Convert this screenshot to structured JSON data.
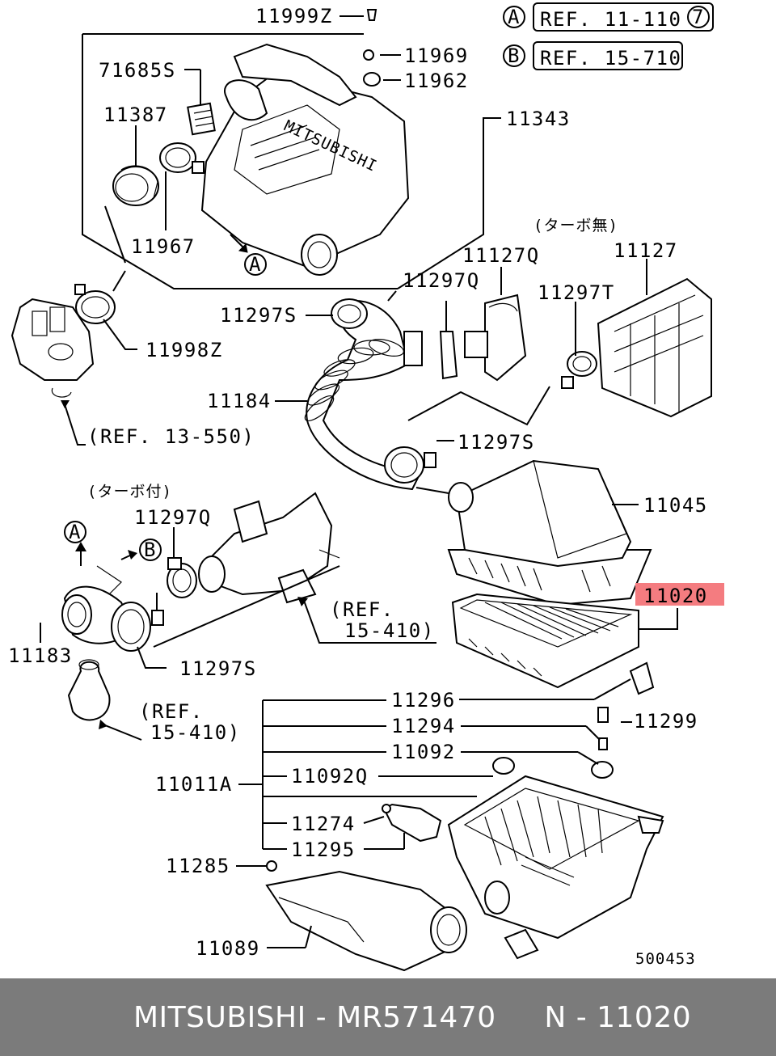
{
  "refs": {
    "a_badge": "A",
    "a_text": "REF. 11-110",
    "a_circled": "7",
    "b_badge": "B",
    "b_text": "REF. 15-710"
  },
  "annotations": {
    "no_turbo": "(ターボ無)",
    "turbo": "(ターボ付)",
    "ref_13_550": "(REF. 13-550)",
    "ref_15_410_a_line1": "(REF.",
    "ref_15_410_a_line2": "15-410)",
    "ref_15_410_b_line1": "(REF.",
    "ref_15_410_b_line2": "15-410)",
    "arrow_a": "A",
    "arrow_b": "B",
    "arrow_a2": "A",
    "logo_word": "MITSUBISHI"
  },
  "parts": {
    "p11999Z": "11999Z",
    "p71685S": "71685S",
    "p11969": "11969",
    "p11962": "11962",
    "p11387": "11387",
    "p11343": "11343",
    "p11967": "11967",
    "p11998Z": "11998Z",
    "p11297S_a": "11297S",
    "p11297Q_a": "11297Q",
    "p11127Q": "11127Q",
    "p11127": "11127",
    "p11297T": "11297T",
    "p11184": "11184",
    "p11297S_b": "11297S",
    "p11045": "11045",
    "p11297Q_b": "11297Q",
    "p11020": "11020",
    "p11183": "11183",
    "p11297S_c": "11297S",
    "p11296": "11296",
    "p11294": "11294",
    "p11092": "11092",
    "p11092Q": "11092Q",
    "p11011A": "11011A",
    "p11299": "11299",
    "p11274": "11274",
    "p11295": "11295",
    "p11285": "11285",
    "p11089": "11089"
  },
  "diagram_id": "500453",
  "highlight_color": "#f47c80",
  "footer": {
    "text": "MITSUBISHI - MR571470     N - 11020"
  }
}
